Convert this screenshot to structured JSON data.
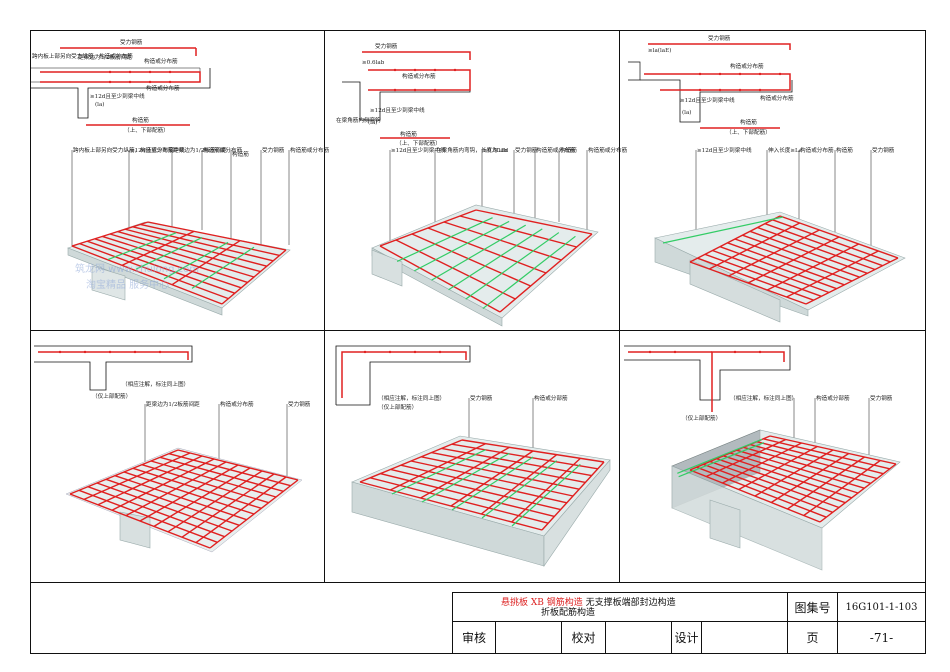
{
  "panels": {
    "p1": {
      "labels_top": [
        "跨内板上部另向受力纵筋、构造或分布筋",
        "距梁边为1/2板筋间距",
        "受力钢筋",
        "构造或分布筋",
        "构造或分布筋",
        "≥12d且至少到梁中线",
        "(la)",
        "构造筋",
        "（上、下部配筋）"
      ],
      "callouts": [
        "跨内板上部另向受力纵筋，构造或分布筋",
        "≥12d且至少到梁中线",
        "距梁边为1/2板筋间距",
        "构造筋或分布筋",
        "构造筋",
        "受力钢筋",
        "构造筋或分布筋"
      ]
    },
    "p2": {
      "labels_top": [
        "受力钢筋",
        "≥0.6lab",
        "构造或分布筋",
        "≥12d且至少到梁中线",
        "(la)",
        "在梁角筋内侧弯钩",
        "构造筋",
        "（上、下部配筋）"
      ],
      "callouts": [
        "≥12d且至少到梁中线",
        "在梁角筋内弯钩，长度为15d",
        "≥0.6Lab",
        "受力钢筋",
        "构造筋或分布筋",
        "构造筋",
        "构造筋或分布筋"
      ]
    },
    "p3": {
      "labels_top": [
        "受力钢筋",
        "≥la(laE)",
        "构造或分布筋",
        "构造或分布筋",
        "≥12d且至少到梁中线",
        "(la)",
        "构造筋",
        "（上、下部配筋）"
      ],
      "callouts": [
        "≥12d且至少到梁中线",
        "伸入长度≥La",
        "构造或分布筋",
        "构造筋",
        "受力钢筋"
      ]
    },
    "p4": {
      "labels_top": [
        "（仅上部配筋）",
        "（相应注解，标注同上图）"
      ],
      "callouts": [
        "距梁边为1/2板筋间距",
        "构造或分布筋",
        "受力钢筋"
      ]
    },
    "p5": {
      "labels_top": [
        "（相应注解，标注同上图）",
        "（仅上部配筋）"
      ],
      "callouts": [
        "受力钢筋",
        "构造或分部筋"
      ]
    },
    "p6": {
      "labels_top": [
        "（相应注解，标注同上图）",
        "（仅上部配筋）"
      ],
      "callouts": [
        "构造或分部筋",
        "受力钢筋"
      ]
    }
  },
  "watermark": [
    "筑龙网 www.zhulong.com",
    "淘宝精品 服务中心"
  ],
  "title_block": {
    "title_red": "悬挑板 XB 钢筋构造",
    "title_black": "无支撑板端部封边构造",
    "title_line2": "折板配筋构造",
    "atlas_label": "图集号",
    "atlas_code": "16G101-1-103",
    "review": "审核",
    "check": "校对",
    "design": "设计",
    "page_label": "页",
    "page_no": "-71-"
  },
  "colors": {
    "rebar_main": "#e02020",
    "rebar_dist": "#33cc66",
    "concrete": "#dfe6e6",
    "line": "#111111"
  }
}
